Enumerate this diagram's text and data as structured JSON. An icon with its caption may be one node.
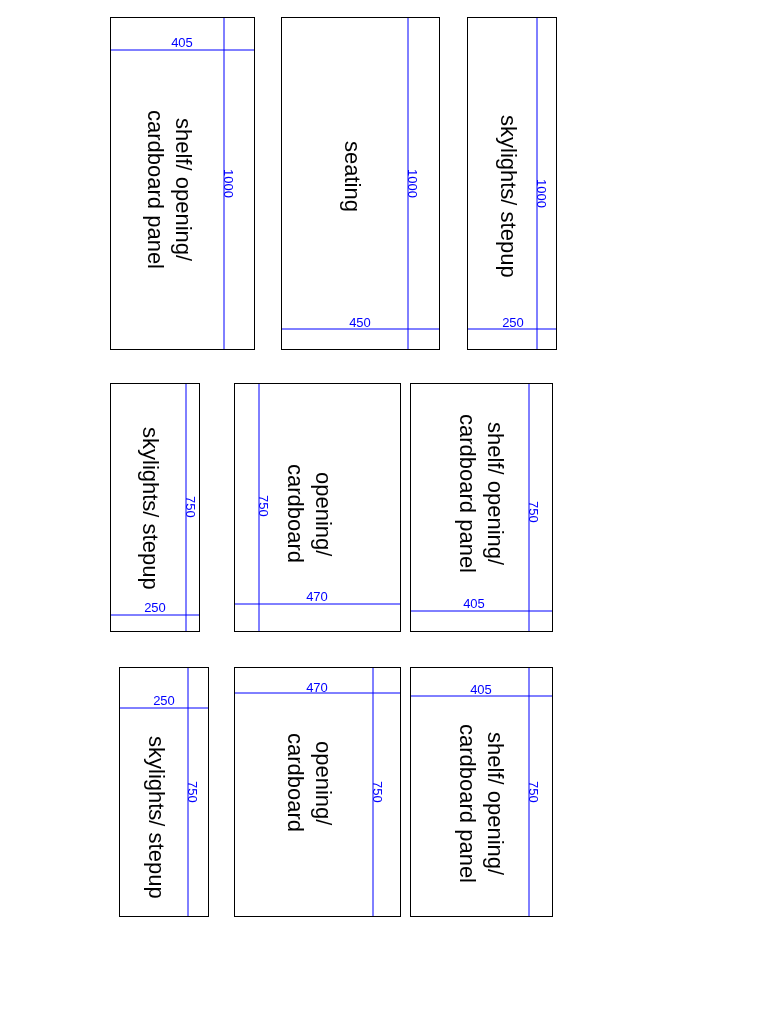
{
  "diagram": {
    "nodes": [
      {
        "text": [
          "shelf/ opening/ cardboard panel"
        ]
      },
      {
        "text": [
          "seating"
        ]
      },
      {
        "text": [
          "skylights/ stepup"
        ]
      },
      {
        "text": [
          "skylights/ stepup"
        ]
      },
      {
        "text": [
          "opening/ cardboard"
        ]
      },
      {
        "text": [
          "shelf/ opening/ cardboard panel"
        ]
      },
      {
        "text": [
          "skylights/ stepup"
        ]
      },
      {
        "text": [
          "opening/ cardboard"
        ]
      },
      {
        "text": [
          "shelf/ opening/ cardboard panel"
        ]
      }
    ],
    "labels": [
      "405",
      "1000",
      "1000",
      "450",
      "1000",
      "250",
      "750",
      "250",
      "750",
      "470",
      "750",
      "405",
      "250",
      "750",
      "470",
      "750",
      "405",
      "750"
    ]
  }
}
